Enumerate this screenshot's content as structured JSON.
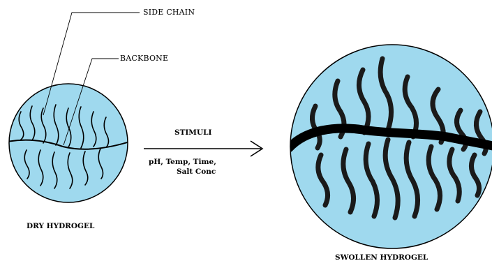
{
  "labels": {
    "side_chain": "SIDE CHAIN",
    "backbone": "BACKBONE",
    "stimuli": "STIMULI",
    "conditions_line1": "pH, Temp, Time,",
    "conditions_line2": "Salt Conc",
    "dry": "DRY HYDROGEL",
    "swollen": "SWOLLEN HYDROGEL"
  },
  "colors": {
    "gel_fill": "#9fd9ee",
    "outline": "#000000"
  }
}
